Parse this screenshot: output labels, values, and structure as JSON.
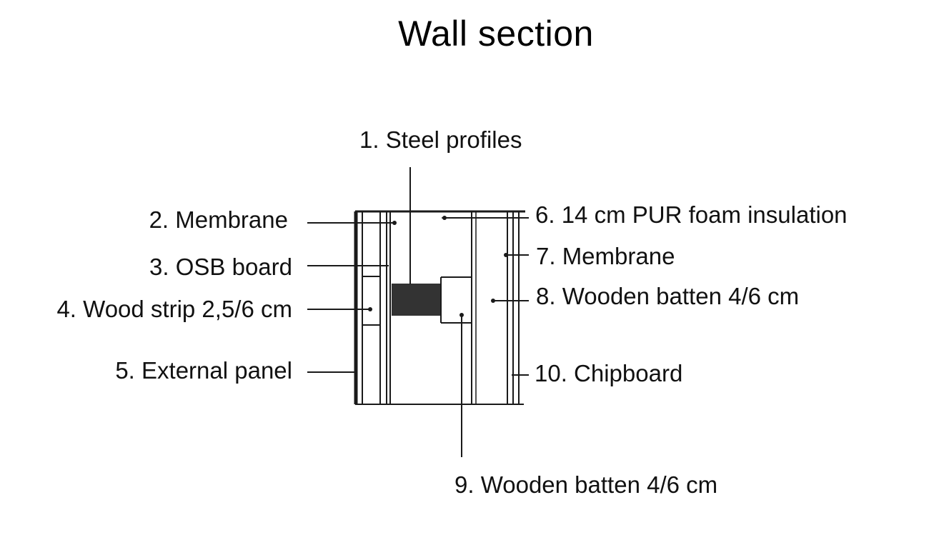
{
  "title": "Wall section",
  "labels": {
    "steel_profiles": "1. Steel profiles",
    "membrane_inner": "2. Membrane",
    "osb_board": "3. OSB board",
    "wood_strip": "4. Wood strip 2,5/6 cm",
    "external_panel": "5. External panel",
    "pur_foam": "6. 14 cm PUR foam insulation",
    "membrane_outer": "7. Membrane",
    "wooden_batten_8": "8. Wooden batten 4/6 cm",
    "wooden_batten_9": "9. Wooden batten 4/6 cm",
    "chipboard": "10. Chipboard"
  },
  "colors": {
    "line": "#1a1a1a",
    "steel_fill": "#333333",
    "background": "#ffffff"
  }
}
